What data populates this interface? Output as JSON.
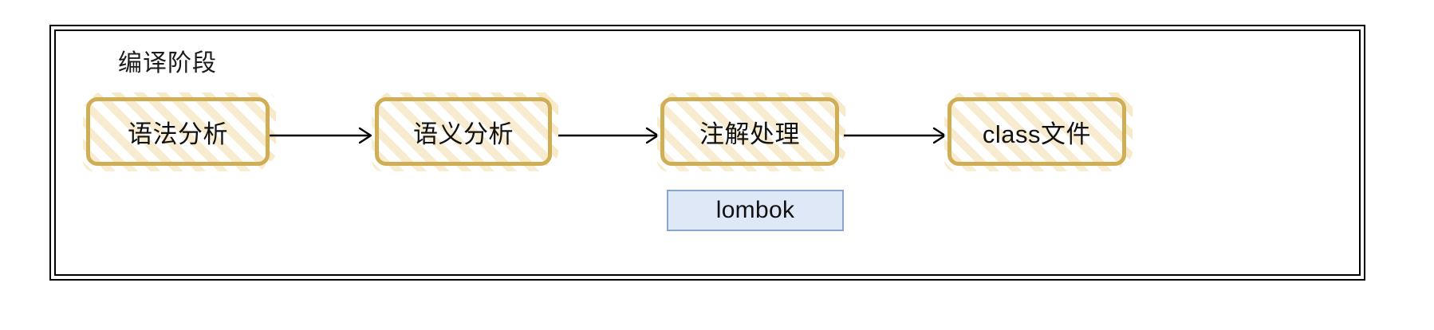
{
  "diagram": {
    "title": "编译阶段",
    "frame": {
      "style": "double-line-rectangle",
      "color": "#000000"
    },
    "stages": [
      {
        "id": "syntax-analysis",
        "label": "语法分析"
      },
      {
        "id": "semantic-analysis",
        "label": "语义分析"
      },
      {
        "id": "annotation-processing",
        "label": "注解处理"
      },
      {
        "id": "class-file",
        "label": "class文件"
      }
    ],
    "arrows": [
      {
        "from": "语法分析",
        "to": "语义分析"
      },
      {
        "from": "语义分析",
        "to": "注解处理"
      },
      {
        "from": "注解处理",
        "to": "class文件"
      }
    ],
    "callouts": [
      {
        "id": "lombok",
        "label": "lombok",
        "attached_to": "注解处理"
      }
    ],
    "colors": {
      "box_border": "#cfae55",
      "box_hatch": "#f8ecd0",
      "box_fill": "#ffffff",
      "callout_fill": "#dee8f7",
      "callout_border": "#8ba6cd",
      "arrow": "#000000",
      "text": "#111111",
      "frame": "#000000",
      "background": "#ffffff"
    }
  }
}
